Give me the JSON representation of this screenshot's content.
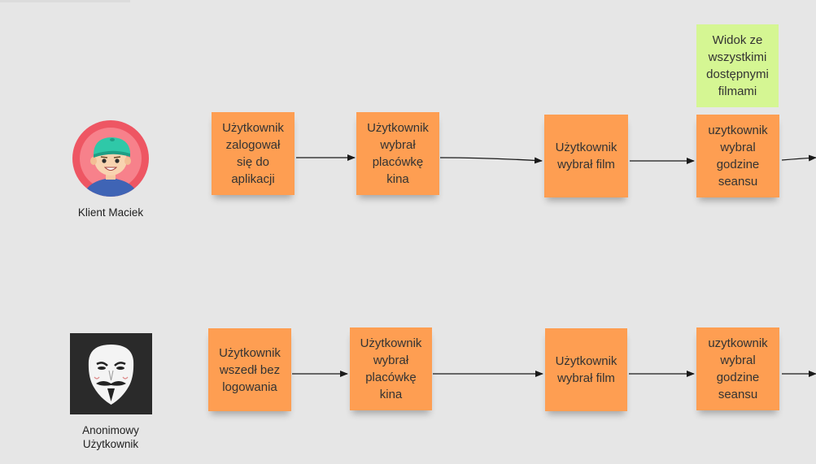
{
  "actors": [
    {
      "label": "Klient Maciek",
      "icon": "boy-cap-avatar-icon"
    },
    {
      "label": "Anonimowy\nUżytkownik",
      "icon": "anonymous-mask-icon"
    }
  ],
  "row1": {
    "notes": [
      "Użytkownik zalogował się do aplikacji",
      "Użytkownik wybrał placówkę kina",
      "Użytkownik wybrał film",
      "uzytkownik wybral godzine seansu"
    ],
    "annotation": "Widok ze wszystkimi dostępnymi filmami"
  },
  "row2": {
    "notes": [
      "Użytkownik wszedł bez logowania",
      "Użytkownik wybrał placówkę kina",
      "Użytkownik wybrał film",
      "uzytkownik wybral godzine seansu"
    ]
  },
  "colors": {
    "background": "#e6e6e6",
    "sticky_orange": "#fe9e52",
    "sticky_green": "#d5f693",
    "arrow": "#1a1a1a"
  }
}
